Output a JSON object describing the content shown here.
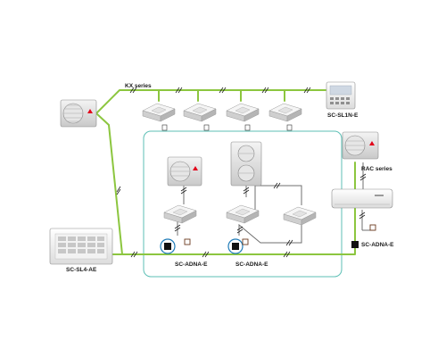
{
  "labels": {
    "kx_series": "KX series",
    "sc_sl1n_e": "SC-SL1N-E",
    "rac_series": "RAC series",
    "sc_adna_e_left": "SC-ADNA-E",
    "sc_adna_e_mid": "SC-ADNA-E",
    "sc_adna_e_right": "SC-ADNA-E",
    "sc_sl4_ae": "SC-SL4-AE"
  },
  "colors": {
    "wire": "#8cc63f",
    "frame": "#5cbfb5",
    "adapter": "#111111",
    "adapter_ring": "#1e7bb8",
    "brand": "#e2001a"
  }
}
